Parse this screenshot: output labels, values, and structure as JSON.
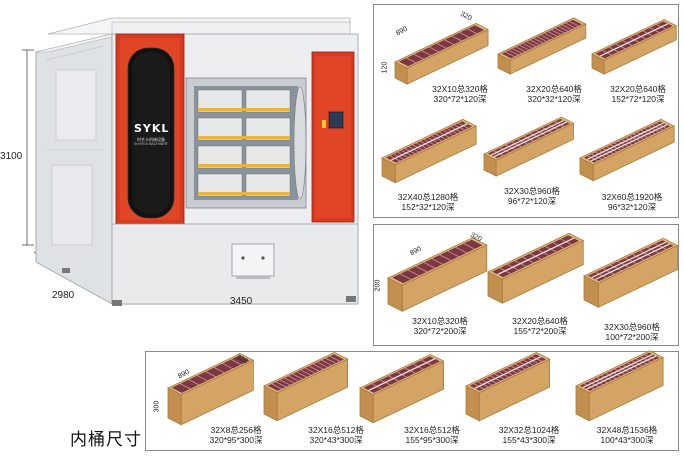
{
  "machine": {
    "height_label": "3100",
    "depth_label": "2980",
    "width_label": "3450",
    "brand_logo": "SYKL",
    "brand_name_cn": "时艺卡机械设备",
    "brand_subtext": "SHIYIKA MACHINERY"
  },
  "panel_top": {
    "dim_labels": [
      "890",
      "320",
      "120"
    ],
    "items": [
      {
        "cap1": "32X10总320格",
        "cap2": "320*72*120深"
      },
      {
        "cap1": "32X20总640格",
        "cap2": "320*32*120深"
      },
      {
        "cap1": "32X20总640格",
        "cap2": "152*72*120深"
      },
      {
        "cap1": "32X40总1280格",
        "cap2": "152*32*120深"
      },
      {
        "cap1": "32X30总960格",
        "cap2": "96*72*120深"
      },
      {
        "cap1": "32X60总1920格",
        "cap2": "96*32*120深"
      }
    ]
  },
  "panel_mid": {
    "dim_labels": [
      "890",
      "320",
      "200"
    ],
    "items": [
      {
        "cap1": "32X10总320格",
        "cap2": "320*72*200深"
      },
      {
        "cap1": "32X20总640格",
        "cap2": "155*72*200深"
      },
      {
        "cap1": "32X30总960格",
        "cap2": "100*72*200深"
      }
    ]
  },
  "panel_bottom": {
    "dim_labels": [
      "890",
      "320",
      "300"
    ],
    "items": [
      {
        "cap1": "32X8总256格",
        "cap2": "320*95*300深"
      },
      {
        "cap1": "32X16总512格",
        "cap2": "320*43*300深"
      },
      {
        "cap1": "32X16总512格",
        "cap2": "155*95*300深"
      },
      {
        "cap1": "32X32总1024格",
        "cap2": "155*43*300深"
      },
      {
        "cap1": "32X48总1536格",
        "cap2": "100*43*300深"
      }
    ]
  },
  "footer": {
    "title": "内桶尺寸"
  },
  "colors": {
    "machine_red": "#d8391f",
    "machine_body": "#eceef0",
    "bin_wood": "#d4a464",
    "bin_wood_dark": "#a87a3e",
    "bin_slot": "#7b3742",
    "panel_border": "#8a8a8a"
  }
}
